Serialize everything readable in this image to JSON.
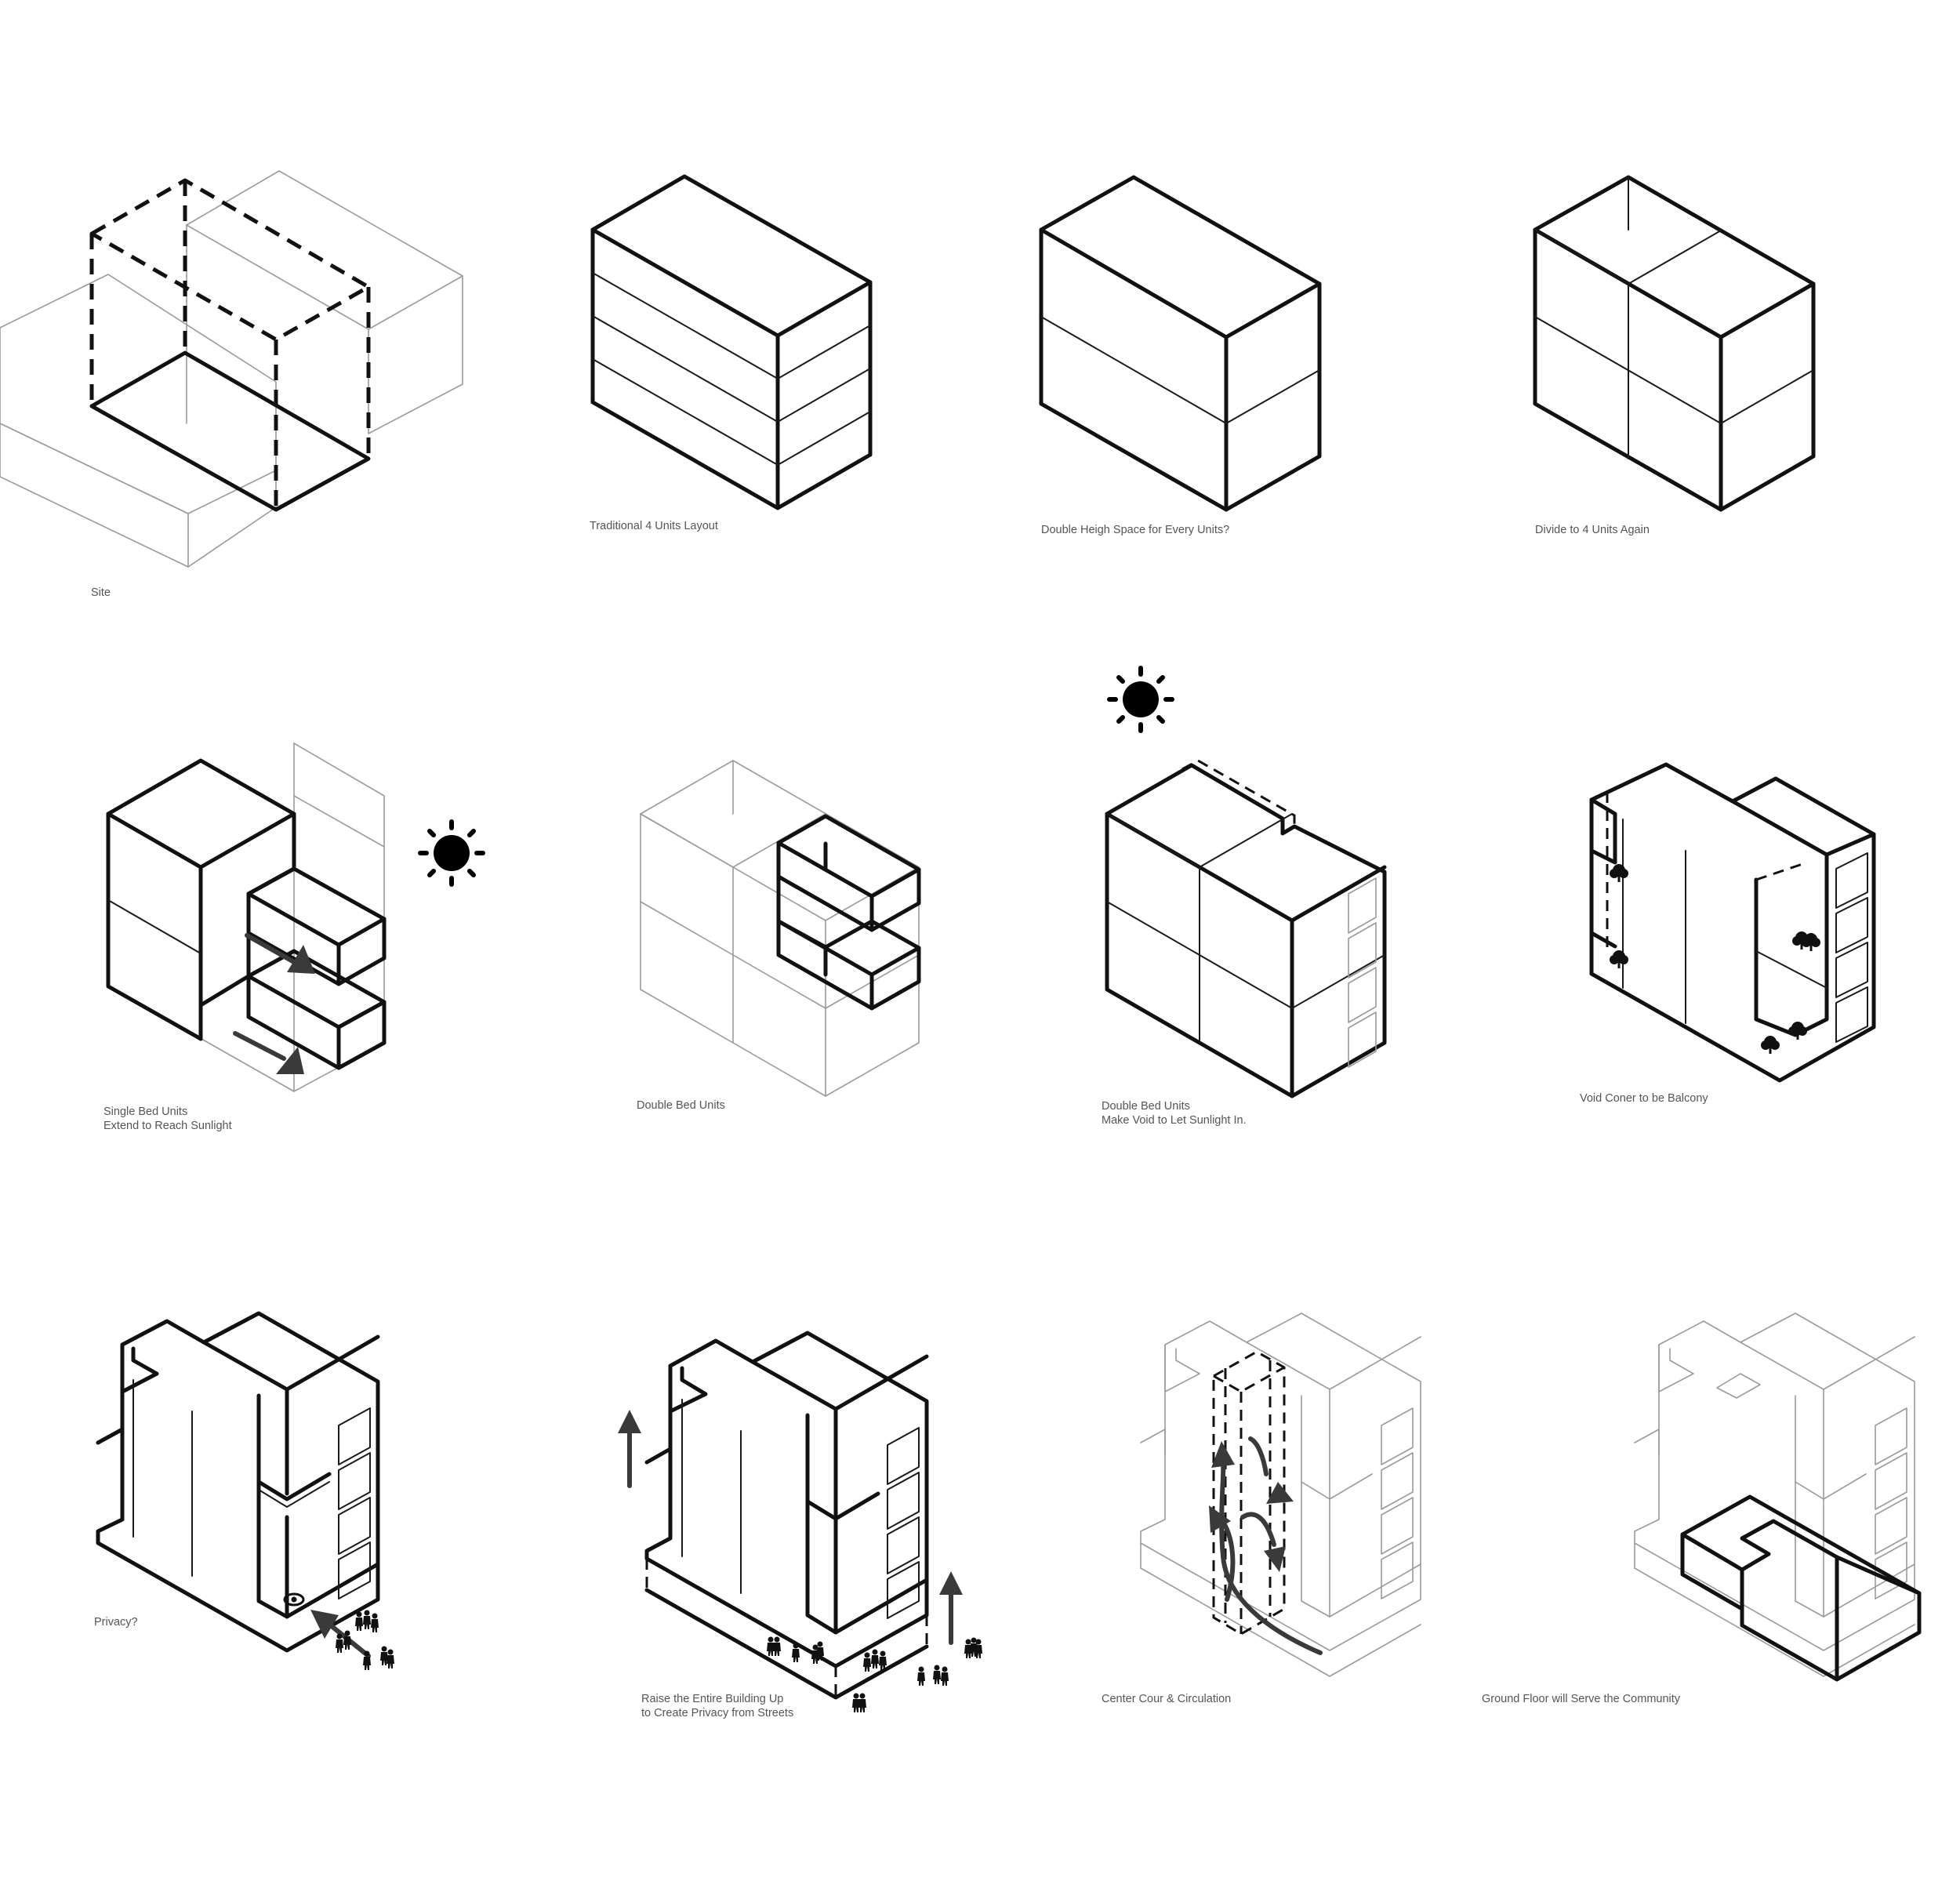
{
  "panels": [
    {
      "id": "site",
      "caption_lines": [
        "Site"
      ]
    },
    {
      "id": "traditional",
      "caption_lines": [
        "Traditional 4 Units Layout"
      ]
    },
    {
      "id": "double-height",
      "caption_lines": [
        "Double Heigh Space for Every Units?"
      ]
    },
    {
      "id": "divide",
      "caption_lines": [
        "Divide to 4 Units Again"
      ]
    },
    {
      "id": "single-bed",
      "caption_lines": [
        "Single Bed Units",
        "Extend to Reach Sunlight"
      ]
    },
    {
      "id": "double-bed",
      "caption_lines": [
        "Double Bed Units"
      ]
    },
    {
      "id": "void",
      "caption_lines": [
        "Double Bed Units",
        "Make Void to Let Sunlight In."
      ]
    },
    {
      "id": "balcony",
      "caption_lines": [
        "Void Coner to be Balcony"
      ]
    },
    {
      "id": "privacy",
      "caption_lines": [
        "Privacy?"
      ]
    },
    {
      "id": "raise",
      "caption_lines": [
        "Raise the Entire Building Up",
        "to Create Privacy from Streets"
      ]
    },
    {
      "id": "court",
      "caption_lines": [
        "Center Cour & Circulation"
      ]
    },
    {
      "id": "ground",
      "caption_lines": [
        "Ground Floor will Serve the Community"
      ]
    }
  ],
  "icons": [
    "sun-icon",
    "arrow-icon",
    "people-icon",
    "eye-icon",
    "tree-icon"
  ],
  "colors": {
    "line": "#111111",
    "context_line": "#9a9a9a",
    "arrow": "#3a3a3a",
    "caption": "#555555",
    "background": "#ffffff"
  }
}
